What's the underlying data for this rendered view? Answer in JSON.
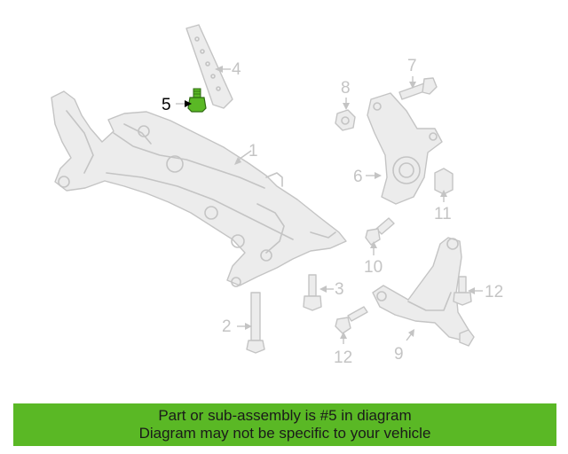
{
  "callouts": {
    "c1": "1",
    "c2": "2",
    "c3": "3",
    "c4": "4",
    "c5": "5",
    "c6": "6",
    "c7": "7",
    "c8": "8",
    "c9": "9",
    "c10": "10",
    "c11": "11",
    "c12a": "12",
    "c12b": "12"
  },
  "highlight": {
    "part": "5",
    "color": "#5ab825"
  },
  "banner": {
    "line1": "Part or sub-assembly is #5 in diagram",
    "line2": "Diagram may not be specific to your vehicle",
    "background": "#5ab825"
  }
}
